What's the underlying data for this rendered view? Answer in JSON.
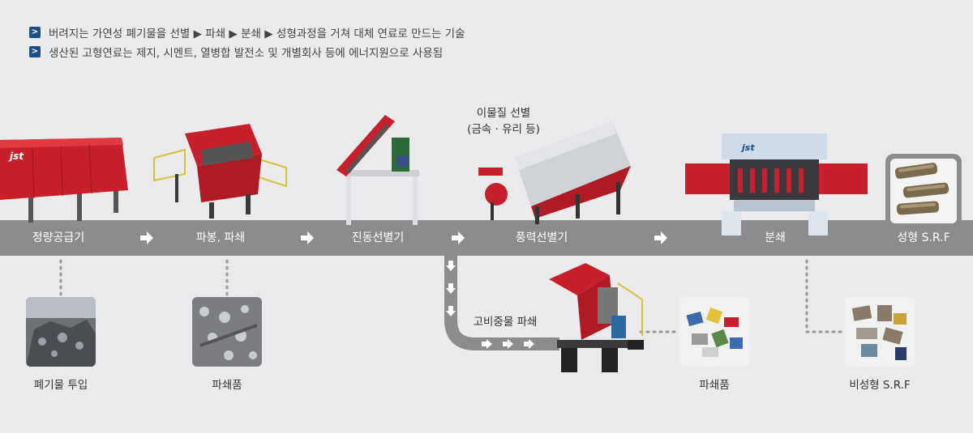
{
  "bullets": [
    "버려지는 가연성 폐기물을 선별 ▶ 파쇄 ▶ 분쇄 ▶ 성형과정을 거쳐 대체 연료로 만드는 기술",
    "생산된 고형연료는 제지, 시멘트, 열병합 발전소 및 개별회사 등에 에너지원으로 사용됨"
  ],
  "bullet_icon": "chevron-right-icon",
  "stages": [
    "정량공급기",
    "파봉, 파쇄",
    "진동선별기",
    "풍력선별기",
    "분쇄",
    "성형 S.R.F"
  ],
  "branch": {
    "foreign_label_line1": "이물질 선별",
    "foreign_label_line2": "(금속 · 유리 등)",
    "heavy_label": "고비중물 파쇄"
  },
  "captions": {
    "waste_input": "폐기물 투입",
    "crushed_1": "파쇄품",
    "crushed_2": "파쇄품",
    "non_formed": "비성형 S.R.F"
  },
  "brand": "jst",
  "colors": {
    "band": "#8c8c8e",
    "bullet": "#1a4f8a",
    "machine_red": "#c8202a",
    "bg": "#ebebed"
  }
}
